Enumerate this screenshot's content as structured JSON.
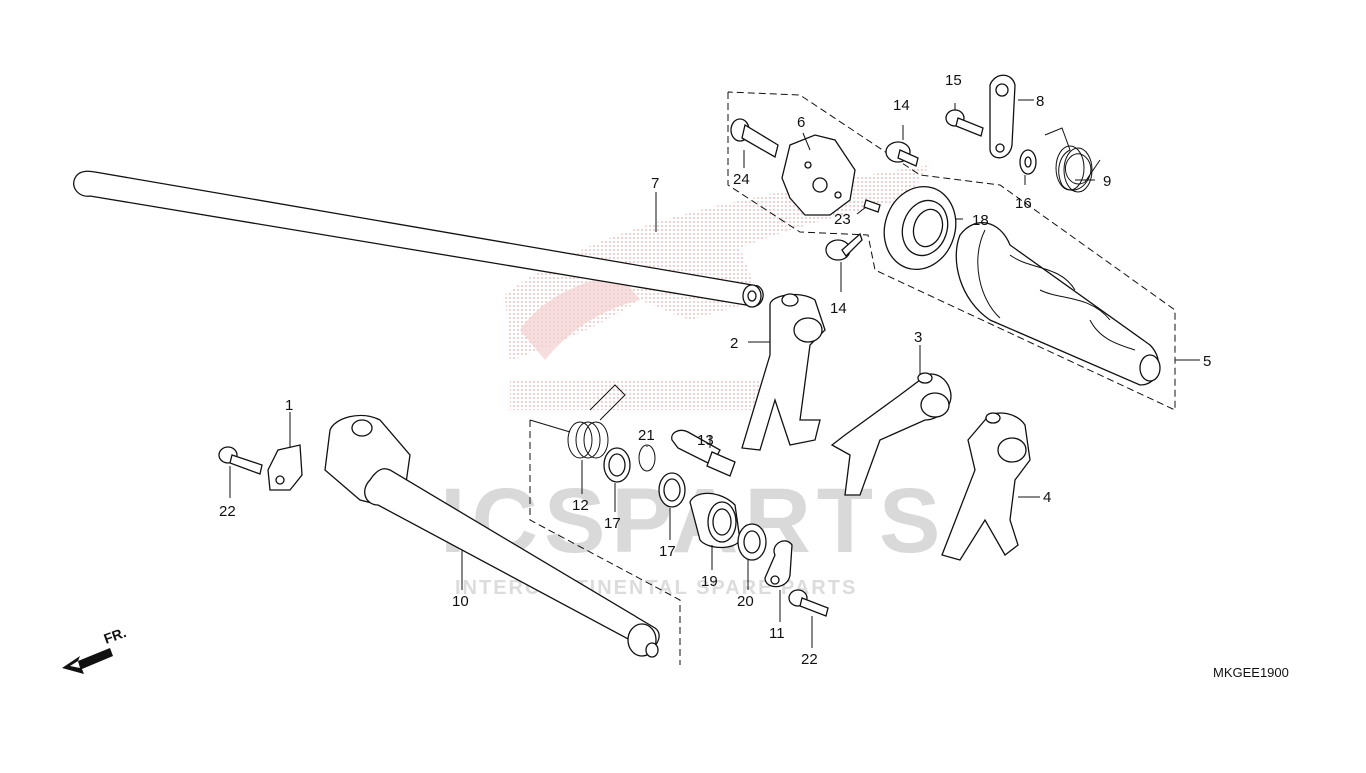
{
  "diagram": {
    "drawing_code": "MKGEE1900",
    "front_marker": "FR.",
    "watermark": {
      "brand": "ICSPARTS",
      "tagline": "INTERCONTINENTAL SPARE PARTS"
    },
    "callouts": {
      "c1": "1",
      "c2": "2",
      "c3": "3",
      "c4": "4",
      "c5": "5",
      "c6": "6",
      "c7": "7",
      "c8": "8",
      "c9": "9",
      "c10": "10",
      "c11": "11",
      "c12": "12",
      "c13": "13",
      "c14a": "14",
      "c14b": "14",
      "c15": "15",
      "c16": "16",
      "c17a": "17",
      "c17b": "17",
      "c18": "18",
      "c19": "19",
      "c20": "20",
      "c21": "21",
      "c22a": "22",
      "c22b": "22",
      "c23": "23",
      "c24": "24"
    },
    "colors": {
      "line": "#111111",
      "watermark_red": "#e8b4b4",
      "watermark_gray": "#d9d9d9"
    }
  }
}
